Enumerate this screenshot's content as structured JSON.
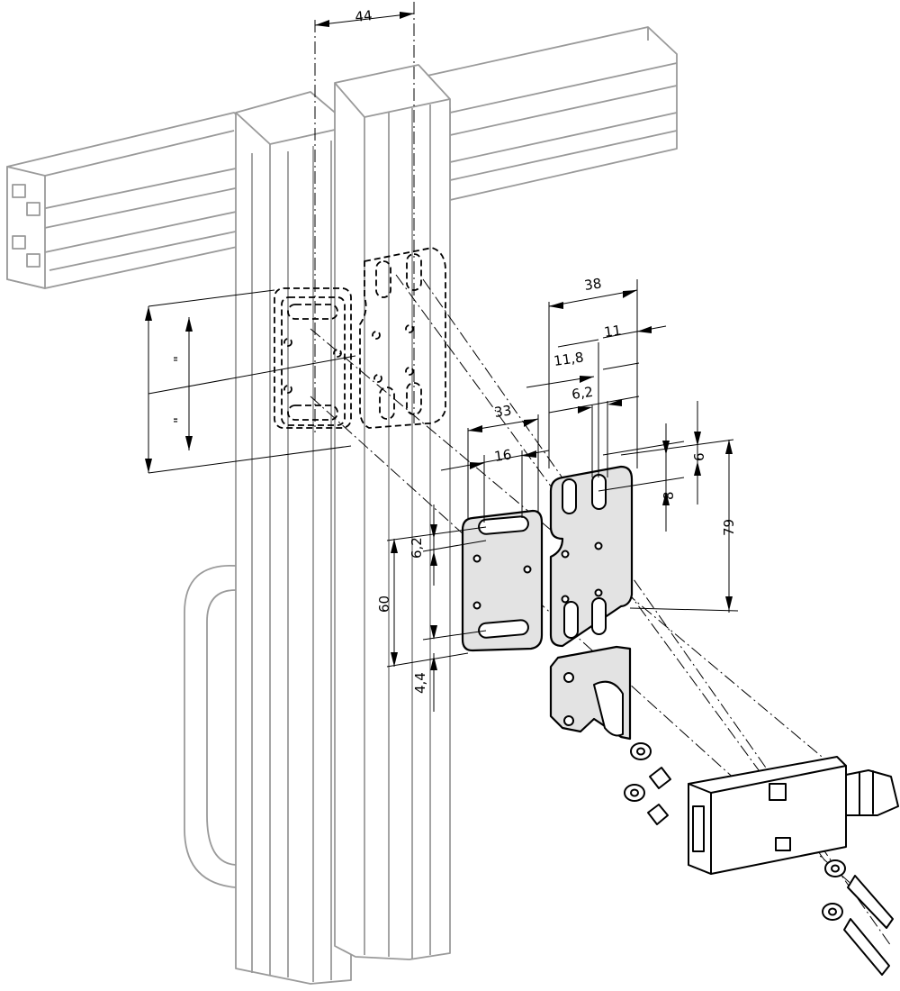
{
  "dimensions": {
    "d44": "44",
    "d38": "38",
    "d11": "11",
    "d11_8": "11,8",
    "d6_2_top": "6,2",
    "d33": "33",
    "d16": "16",
    "d6_2_left": "6,2",
    "d60": "60",
    "d4_4": "4,4",
    "d8": "8",
    "d6": "6",
    "d79": "79",
    "ditto_upper": "\"",
    "ditto_lower": "\""
  }
}
